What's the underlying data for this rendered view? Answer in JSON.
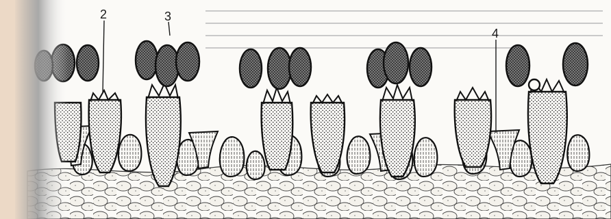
{
  "figure": {
    "kind": "hymenium-cross-section-illustration",
    "background_color": "#ecd9c6",
    "paper_color": "#fbfaf7",
    "ink_color": "#1a1a1a",
    "callouts": [
      {
        "id": "callout-2",
        "text": "2"
      },
      {
        "id": "callout-3",
        "text": "3"
      },
      {
        "id": "callout-4",
        "text": "4"
      }
    ]
  }
}
